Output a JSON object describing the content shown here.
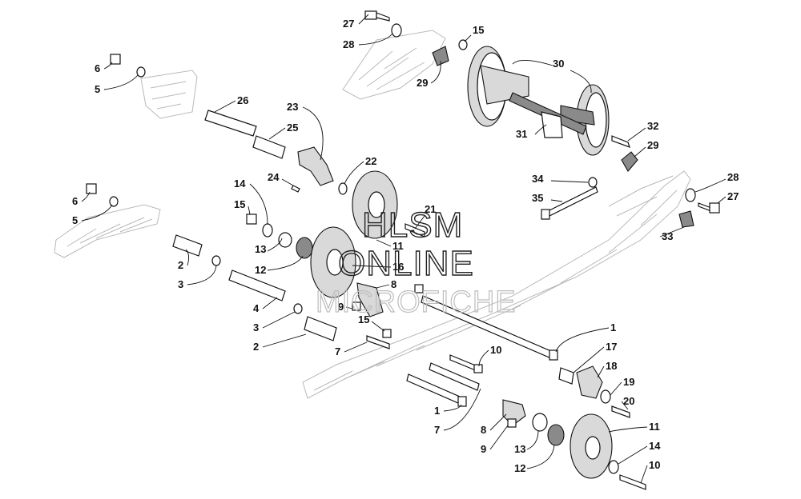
{
  "diagram": {
    "watermark": {
      "line1": "HLSM",
      "line2": "ONLINE",
      "line3": "MICROFICHE"
    },
    "callouts": [
      {
        "num": "27"
      },
      {
        "num": "28"
      },
      {
        "num": "15"
      },
      {
        "num": "29"
      },
      {
        "num": "30"
      },
      {
        "num": "6"
      },
      {
        "num": "5"
      },
      {
        "num": "26"
      },
      {
        "num": "23"
      },
      {
        "num": "25"
      },
      {
        "num": "31"
      },
      {
        "num": "32"
      },
      {
        "num": "29"
      },
      {
        "num": "22"
      },
      {
        "num": "24"
      },
      {
        "num": "34"
      },
      {
        "num": "28"
      },
      {
        "num": "27"
      },
      {
        "num": "35"
      },
      {
        "num": "14"
      },
      {
        "num": "6"
      },
      {
        "num": "15"
      },
      {
        "num": "5"
      },
      {
        "num": "21"
      },
      {
        "num": "33"
      },
      {
        "num": "13"
      },
      {
        "num": "11"
      },
      {
        "num": "2"
      },
      {
        "num": "12"
      },
      {
        "num": "16"
      },
      {
        "num": "3"
      },
      {
        "num": "8"
      },
      {
        "num": "9"
      },
      {
        "num": "4"
      },
      {
        "num": "3"
      },
      {
        "num": "15"
      },
      {
        "num": "2"
      },
      {
        "num": "1"
      },
      {
        "num": "7"
      },
      {
        "num": "10"
      },
      {
        "num": "17"
      },
      {
        "num": "18"
      },
      {
        "num": "19"
      },
      {
        "num": "20"
      },
      {
        "num": "1"
      },
      {
        "num": "7"
      },
      {
        "num": "8"
      },
      {
        "num": "11"
      },
      {
        "num": "9"
      },
      {
        "num": "13"
      },
      {
        "num": "14"
      },
      {
        "num": "12"
      },
      {
        "num": "10"
      }
    ]
  }
}
